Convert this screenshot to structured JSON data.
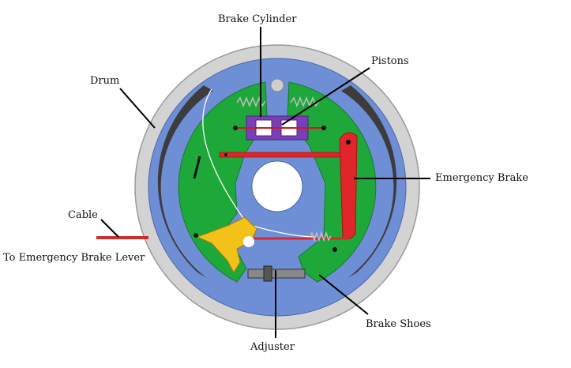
{
  "labels": {
    "brake_cylinder": "Brake Cylinder",
    "pistons": "Pistons",
    "drum": "Drum",
    "emergency_brake": "Emergency Brake",
    "cable": "Cable",
    "emergency_brake_lever": "To Emergency Brake Lever",
    "brake_shoes": "Brake Shoes",
    "adjuster": "Adjuster"
  },
  "colors": {
    "drum_outer": "#d3d3d3",
    "backing_plate": "#6e8fd6",
    "brake_shoe": "#1fa83a",
    "lining": "#3c3c3c",
    "cylinder": "#7a3fb8",
    "lever": "#e0262a",
    "adjuster_lever": "#f2c21a",
    "hub": "#ffffff"
  }
}
